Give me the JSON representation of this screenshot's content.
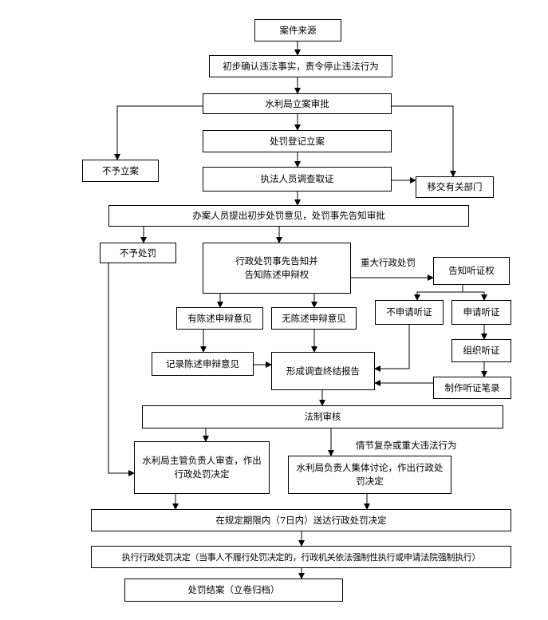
{
  "nodes": {
    "case_source": "案件来源",
    "initial_confirm": "初步确认违法事实，责令停止违法行为",
    "bureau_approval": "水利局立案审批",
    "register": "处罚登记立案",
    "no_filing": "不予立案",
    "investigate": "执法人员调查取证",
    "transfer": "移交有关部门",
    "handler_opinion": "办案人员提出初步处罚意见，处罚事先告知审批",
    "no_penalty": "不予处罚",
    "prior_notice": "行政处罚事先告知并告知陈述申辩权",
    "hearing_notice": "告知听证权",
    "has_statement": "有陈述申辩意见",
    "no_statement": "无陈述申辩意见",
    "no_hearing": "不申请听证",
    "apply_hearing": "申请听证",
    "organize_hearing": "组织听证",
    "record_statement": "记录陈述申辩意见",
    "final_report": "形成调查终结报告",
    "hearing_record": "制作听证笔录",
    "legal_review": "法制审核",
    "supervisor_decision": "水利局主管负责人审查，作出行政处罚决定",
    "collective_decision": "水利局负责人集体讨论，作出行政处罚决定",
    "deliver": "在规定期限内（7日内）送达行政处罚决定",
    "execute": "执行行政处罚决定（当事人不履行处罚决定的，行政机关依法强制性执行或申请法院强制执行）",
    "close": "处罚结案（立卷归档）"
  },
  "labels": {
    "major_penalty": "重大行政处罚",
    "complex_case": "情节复杂或重大违法行为"
  }
}
